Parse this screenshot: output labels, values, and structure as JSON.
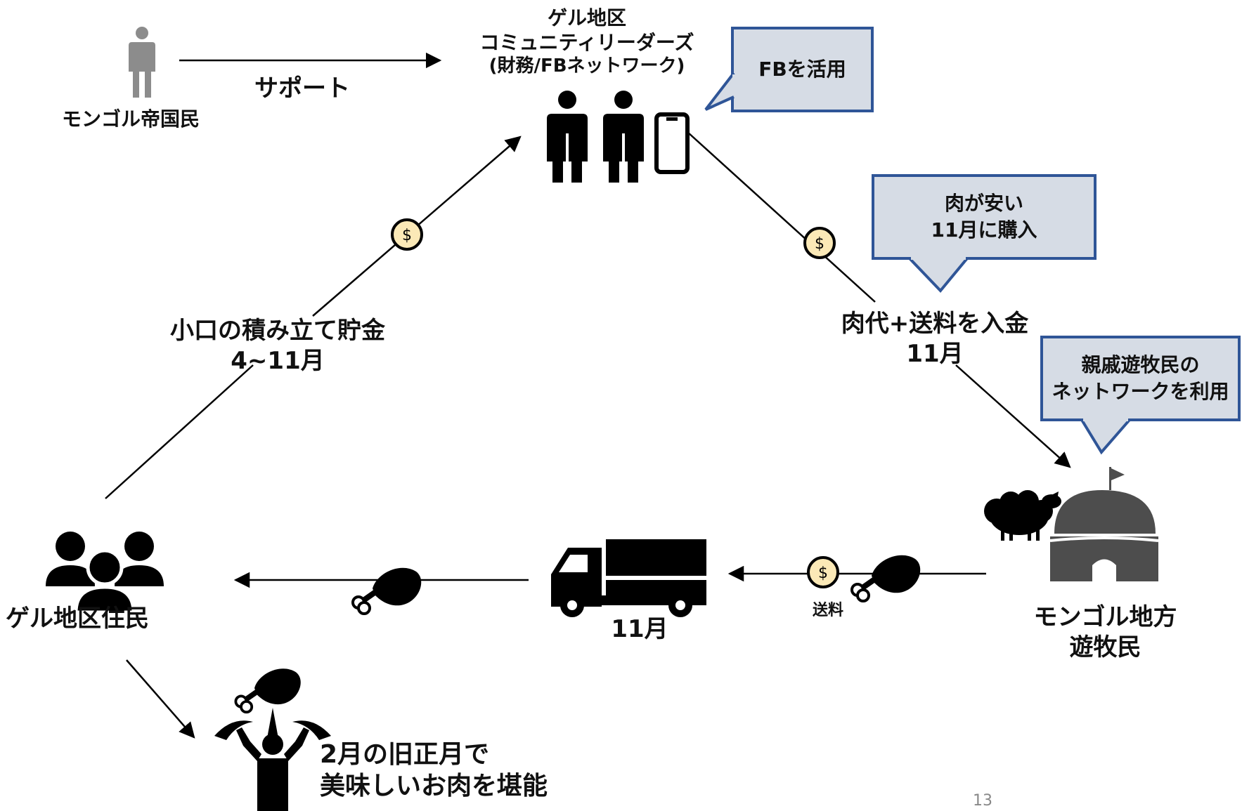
{
  "actors": {
    "mongol_empire": "モンゴル帝国民",
    "leaders": [
      "ゲル地区",
      "コミュニティリーダーズ",
      "(財務/FBネットワーク)"
    ],
    "ger_residents": "ゲル地区住民",
    "nomads": [
      "モンゴル地方",
      "遊牧民"
    ]
  },
  "flows": {
    "support": "サポート",
    "savings": [
      "小口の積み立て貯金",
      "4~11月"
    ],
    "payment": [
      "肉代+送料を入金",
      "11月"
    ],
    "truck_month": "11月",
    "shipping": "送料",
    "result": [
      "2月の旧正月で",
      "美味しいお肉を堪能"
    ]
  },
  "callouts": {
    "fb": [
      "FBを活用"
    ],
    "cheap": [
      "肉が安い",
      "11月に購入"
    ],
    "relatives": [
      "親戚遊牧民の",
      "ネットワークを利用"
    ]
  },
  "coin_symbol": "$",
  "page_number": "13",
  "colors": {
    "callout_fill": "#d6dce5",
    "callout_border": "#2f5597",
    "coin_fill": "#fbe9b7",
    "icon": "#000000",
    "person_gray": "#8c8c8c",
    "yurt": "#4d4d4d"
  },
  "icons": [
    "person-gray-icon",
    "two-persons-icon",
    "smartphone-icon",
    "coin-icon",
    "group-icon",
    "truck-icon",
    "meat-leg-icon",
    "sheep-icon",
    "yurt-icon",
    "celebrating-person-icon"
  ]
}
